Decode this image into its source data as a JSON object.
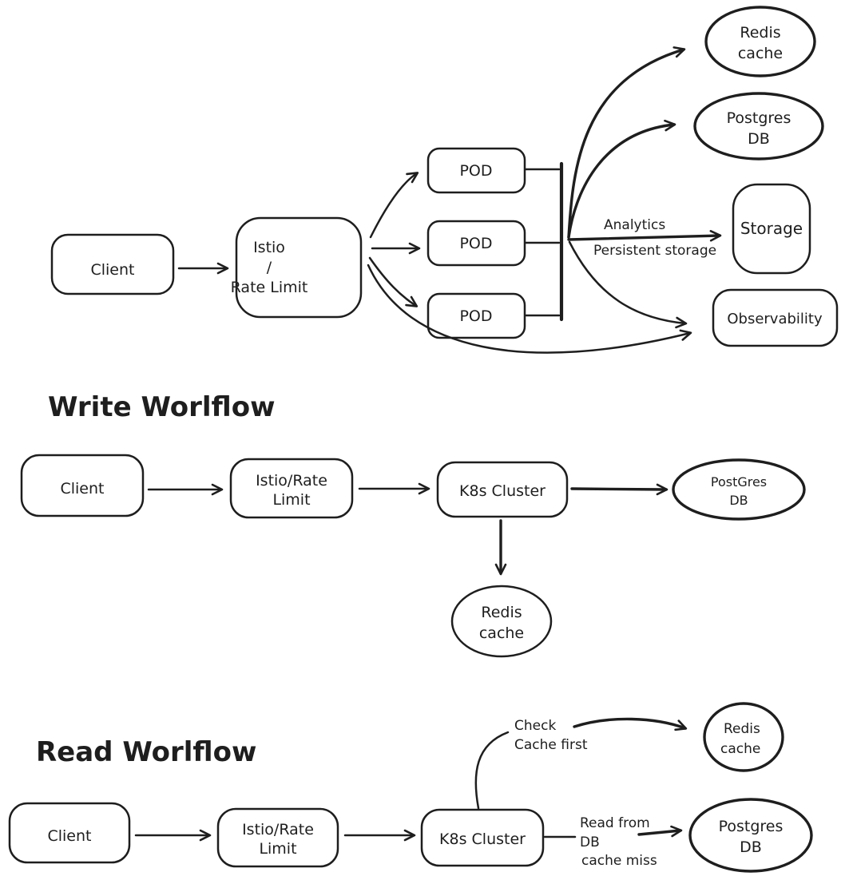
{
  "colors": {
    "ink": "#1e1e1e",
    "background": "#ffffff"
  },
  "overview": {
    "client_label": "Client",
    "gateway_lines": [
      "Istio",
      "/",
      "Rate Limit"
    ],
    "pod_labels": [
      "POD",
      "POD",
      "POD"
    ],
    "redis_lines": [
      "Redis",
      "cache"
    ],
    "postgres_lines": [
      "Postgres",
      "DB"
    ],
    "storage_label": "Storage",
    "observability_label": "Observability",
    "analytics_label": "Analytics",
    "persistent_label": "Persistent storage"
  },
  "write": {
    "title": "Write Worlflow",
    "client_label": "Client",
    "gateway_lines": [
      "Istio/Rate",
      "Limit"
    ],
    "k8s_label": "K8s Cluster",
    "postgres_lines": [
      "PostGres",
      "DB"
    ],
    "redis_lines": [
      "Redis",
      "cache"
    ]
  },
  "read": {
    "title": "Read Worlflow",
    "client_label": "Client",
    "gateway_lines": [
      "Istio/Rate",
      "Limit"
    ],
    "k8s_label": "K8s Cluster",
    "check_cache_lines": [
      "Check",
      "Cache first"
    ],
    "read_db_lines": [
      "Read from",
      "DB",
      "cache miss"
    ],
    "redis_lines": [
      "Redis",
      "cache"
    ],
    "postgres_lines": [
      "Postgres",
      "DB"
    ]
  }
}
